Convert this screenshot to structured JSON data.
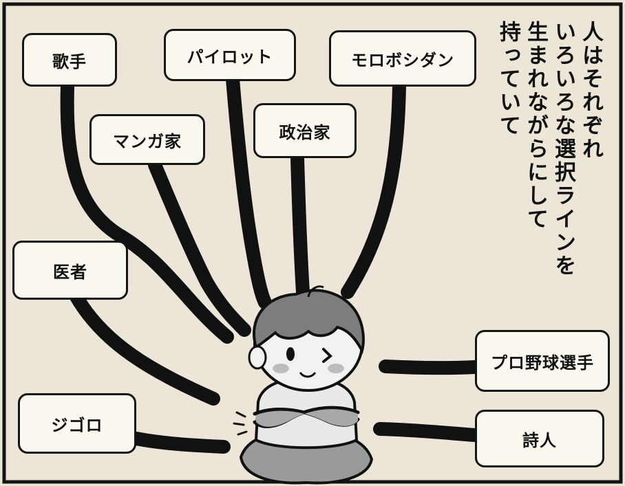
{
  "careers": {
    "singer": "歌手",
    "pilot": "パイロット",
    "morobosi_dan": "モロボシダン",
    "manga_artist": "マンガ家",
    "politician": "政治家",
    "doctor": "医者",
    "gigolo": "ジゴロ",
    "pro_baseball": "プロ野球選手",
    "poet": "詩人"
  },
  "narration": {
    "lines": [
      "人はそれぞれ",
      "いろいろな選択ラインを",
      "生まれながらにして",
      "持っていて"
    ]
  },
  "colors": {
    "paper": "#ece6d8",
    "box_fill": "#fbf8f0",
    "ink": "#151515",
    "screentone": "#8c8c8c"
  }
}
